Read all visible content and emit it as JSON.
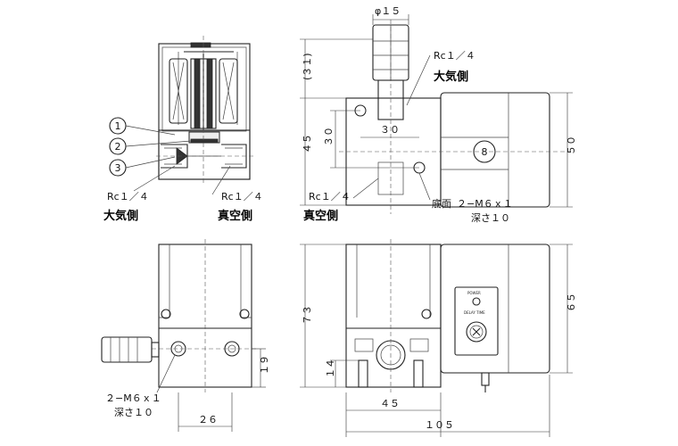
{
  "callouts": [
    "1",
    "2",
    "3"
  ],
  "labels": {
    "port_rc": "Rc１／４",
    "air_side": "大気側",
    "vacuum_side": "真空側",
    "bottom": "底面",
    "thread_m6": "２−M６ｘ１",
    "depth": "深さ１０",
    "part_no": "8",
    "panel_power": "POWER",
    "panel_delay": "DELAY TIME"
  },
  "dimensions": {
    "phi15": "φ１５",
    "d31": "(３１)",
    "d45": "４５",
    "d30v": "３０",
    "d30h": "３０",
    "d50": "５０",
    "d73": "７３",
    "d14": "１４",
    "d19": "１９",
    "d26": "２６",
    "d45b": "４５",
    "d105": "１０５",
    "d65": "６５"
  }
}
